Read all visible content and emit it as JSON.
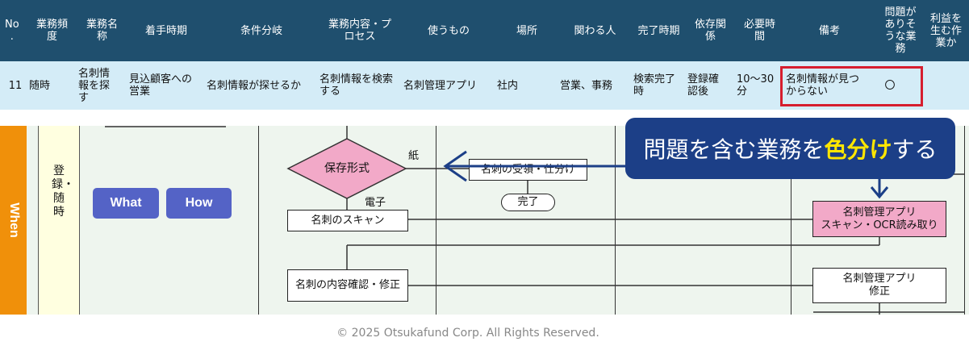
{
  "header": {
    "columns": [
      "No\n.",
      "業務頻\n度",
      "業務名\n称",
      "着手時期",
      "条件分岐",
      "業務内容・プ\nロセス",
      "使うもの",
      "場所",
      "関わる人",
      "完了時期",
      "依存関\n係",
      "必要時\n間",
      "備考",
      "問題が\nありそ\nうな業\n務",
      "利益を\n生む作\n業か"
    ]
  },
  "row": {
    "no": "11",
    "frequency": "随時",
    "name": "名刺情\n報を探\nす",
    "start": "見込顧客への\n営業",
    "condition": "名刺情報が探せるか",
    "process": "名刺情報を検索\nする",
    "tool": "名刺管理アプリ",
    "place": "社内",
    "people": "営業、事務",
    "completion": "検索完了\n時",
    "dependency": "登録確\n認後",
    "time": "10〜30\n分",
    "note": "名刺情報が見つ\nからない",
    "problem": "〇",
    "profit": ""
  },
  "diagram": {
    "when_label": "When",
    "lane_label": "登録・随時",
    "what_label": "What",
    "how_label": "How",
    "diamond_label": "保存形式",
    "paper_label": "紙",
    "digital_label": "電子",
    "receive_label": "名刺の受領・仕分け",
    "done_label": "完了",
    "scan_label": "名刺のスキャン",
    "confirm_label": "名刺の内容確認・修正",
    "app_scan_label": "名刺管理アプリ\nスキャン・OCR読み取り",
    "app_fix_label": "名刺管理アプリ\n修正"
  },
  "callout": {
    "part1": "問題を含む業務を",
    "highlight": "色分け",
    "part2": "する"
  },
  "footer": {
    "copyright": "© 2025 Otsukafund Corp. All Rights Reserved."
  },
  "colors": {
    "header_bg": "#1f4f6e",
    "row_bg": "#d4ecf7",
    "highlight_border": "#d61e2e",
    "when_bg": "#f0900a",
    "pill_bg": "#5463c6",
    "pink": "#f2a9c8",
    "callout_bg": "#1c3f87",
    "callout_highlight": "#ffe600"
  }
}
